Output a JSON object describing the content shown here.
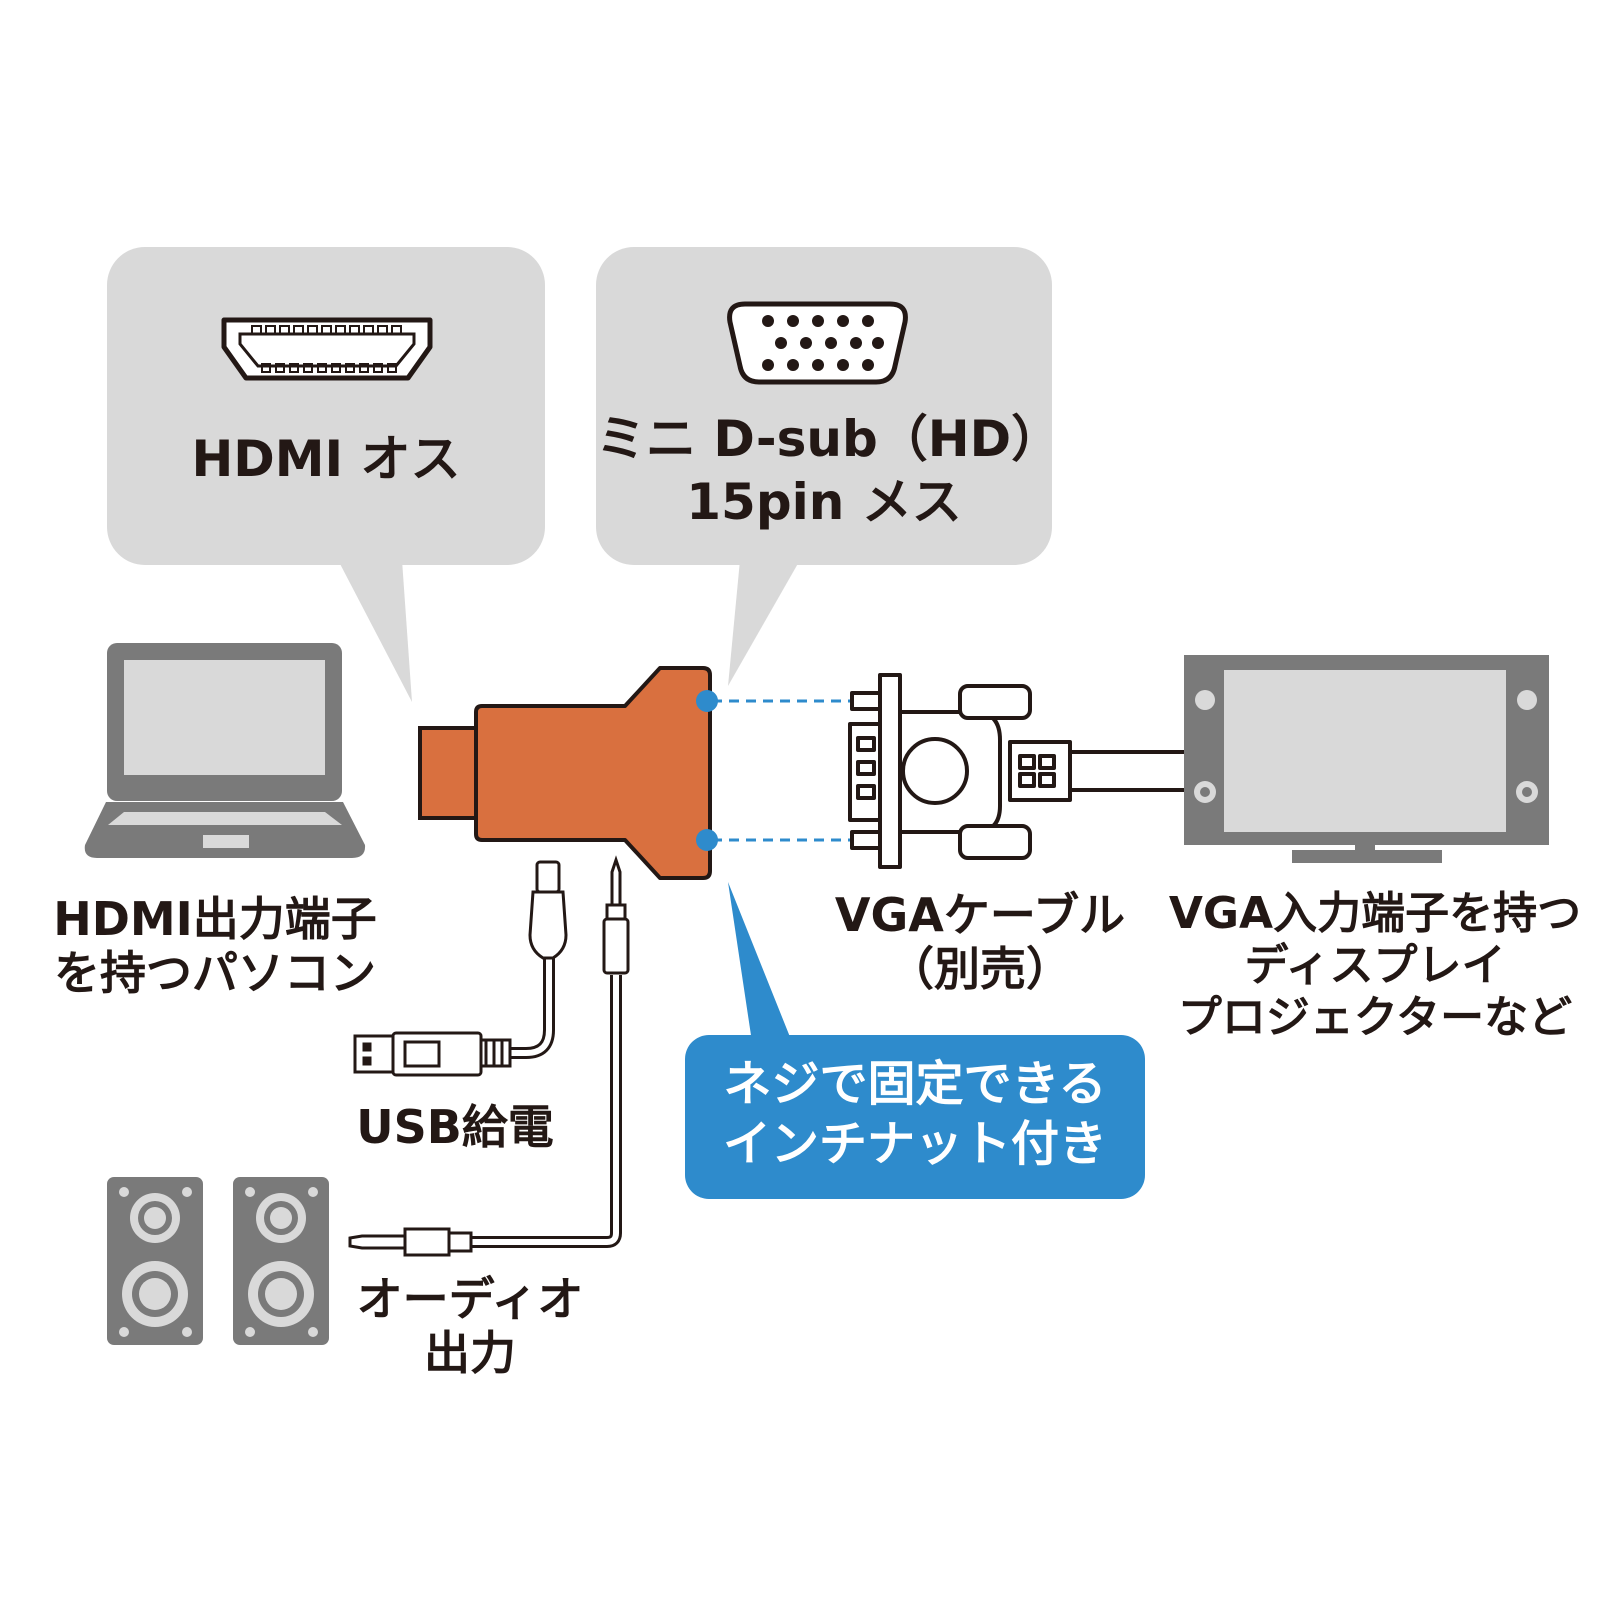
{
  "bubbles": {
    "hdmi": {
      "label": "HDMI オス",
      "icon": "hdmi-port-icon"
    },
    "vga": {
      "label_lines": [
        "ミニ D-sub（HD）",
        "15pin メス"
      ],
      "icon": "vga-port-icon"
    }
  },
  "callout": {
    "lines": [
      "ネジで固定できる",
      "インチナット付き"
    ]
  },
  "labels": {
    "pc": [
      "HDMI出力端子",
      "を持つパソコン"
    ],
    "usb": "USB給電",
    "audio": [
      "オーディオ",
      "出力"
    ],
    "cable": [
      "VGAケーブル",
      "（別売）"
    ],
    "display": [
      "VGA入力端子を持つ",
      "ディスプレイ",
      "プロジェクターなど"
    ]
  },
  "colors": {
    "bubble": "#d9d9d9",
    "adapter": "#d9703f",
    "device": "#7a7a7a",
    "callout": "#2e8bcc",
    "dot": "#2e8bcc",
    "text": "#231815"
  },
  "icons": [
    "laptop-icon",
    "display-icon",
    "speaker-icon",
    "vga-cable-plug-icon",
    "usb-plug-icon",
    "audio-plug-icon",
    "adapter-icon"
  ]
}
